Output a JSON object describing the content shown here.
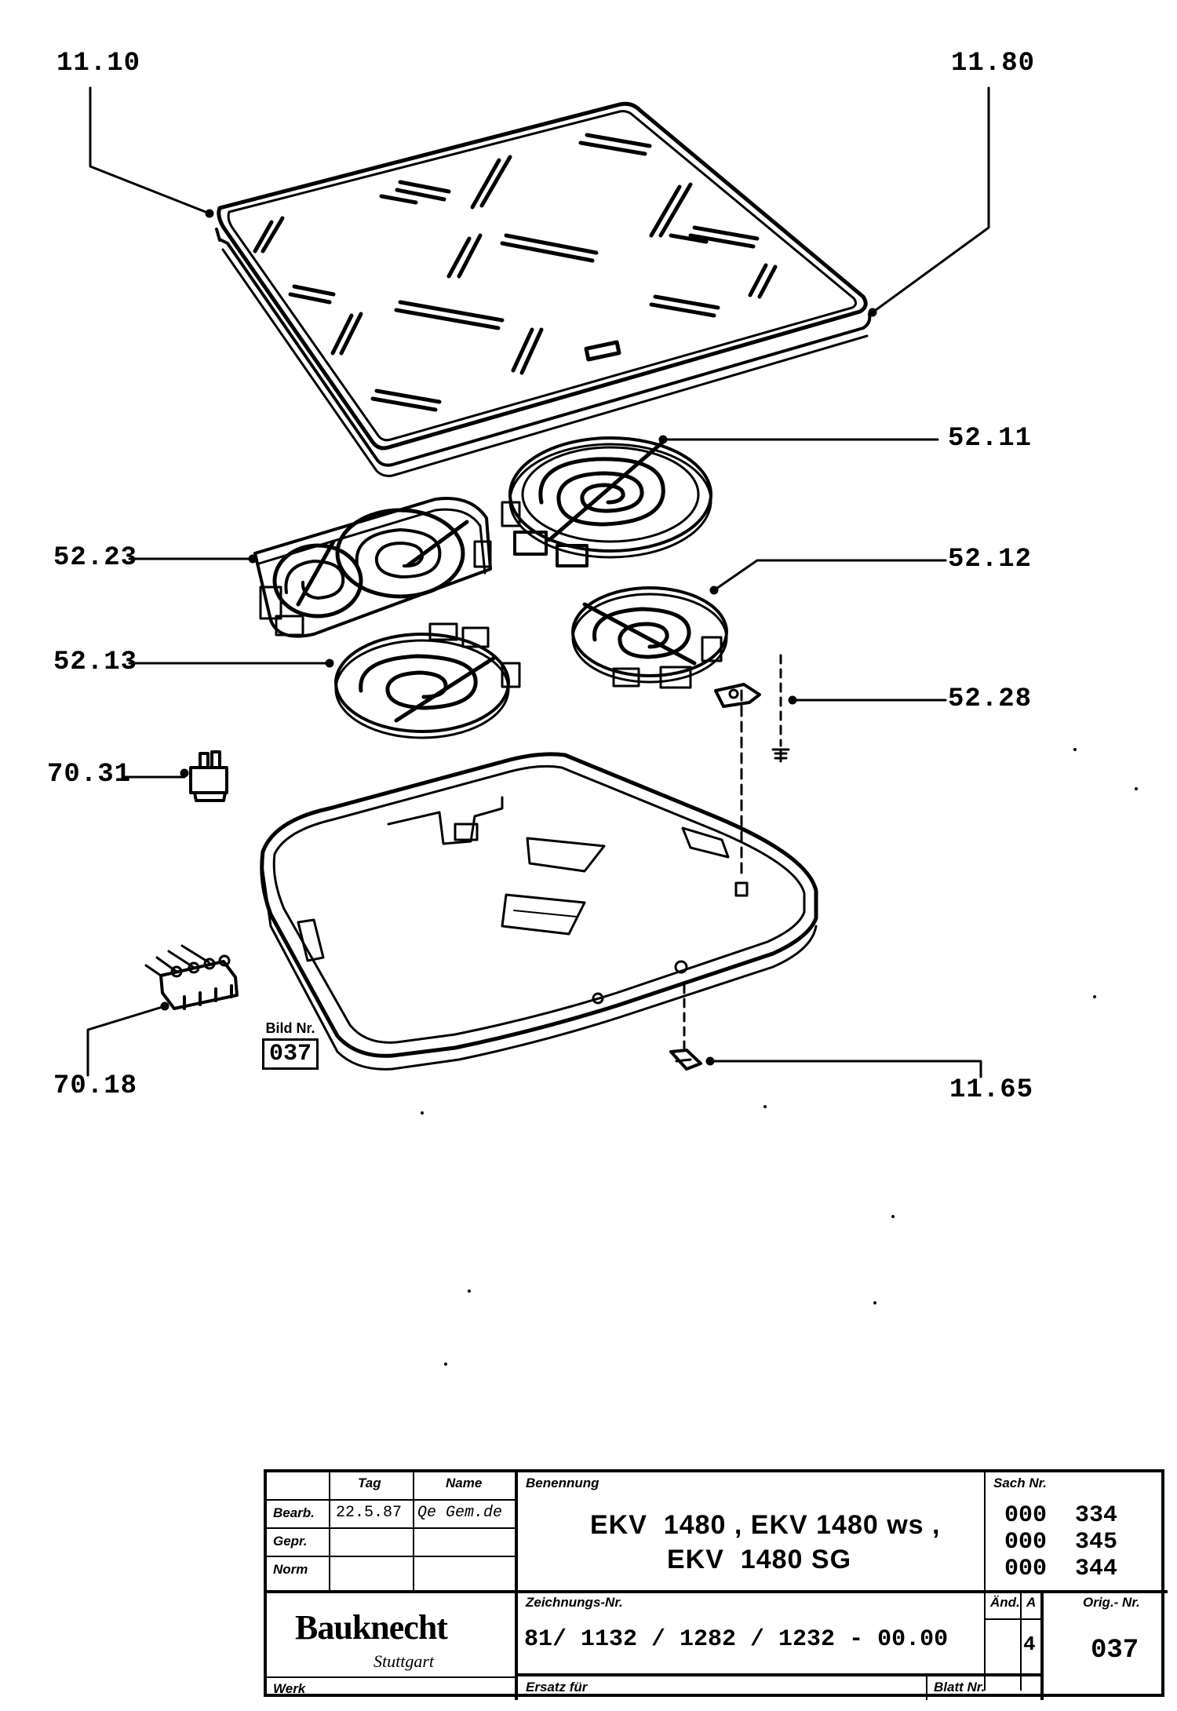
{
  "callouts": [
    {
      "id": "11-10",
      "label": "11.10"
    },
    {
      "id": "11-80",
      "label": "11.80"
    },
    {
      "id": "52-11",
      "label": "52.11"
    },
    {
      "id": "52-23",
      "label": "52.23"
    },
    {
      "id": "52-12",
      "label": "52.12"
    },
    {
      "id": "52-13",
      "label": "52.13"
    },
    {
      "id": "52-28",
      "label": "52.28"
    },
    {
      "id": "70-31",
      "label": "70.31"
    },
    {
      "id": "70-18",
      "label": "70.18"
    },
    {
      "id": "11-65",
      "label": "11.65"
    }
  ],
  "bild": {
    "label": "Bild Nr.",
    "number": "037"
  },
  "title_block": {
    "tag_header": "Tag",
    "name_header": "Name",
    "benennung_header": "Benennung",
    "sach_header": "Sach Nr.",
    "rows": [
      {
        "label": "Bearb.",
        "tag": "22.5.87",
        "name": "Qe Gem.de"
      },
      {
        "label": "Gepr.",
        "tag": "",
        "name": ""
      },
      {
        "label": "Norm",
        "tag": "",
        "name": ""
      }
    ],
    "benennung_line1": "EKV  1480 , EKV 1480 ws ,",
    "benennung_line2": "EKV  1480 SG",
    "sach_numbers": [
      "000  334",
      "000  345",
      "000  344"
    ],
    "logo": "Bauknecht",
    "logo_city": "Stuttgart",
    "werk_label": "Werk",
    "zeichnungs_header": "Zeichnungs-Nr.",
    "zeichnungs_nr": "81/ 1132 / 1282 / 1232 - 00.00",
    "aend_header": "Änd.",
    "a_header": "A",
    "aend_value": "4",
    "orig_header": "Orig.- Nr.",
    "orig_value": "037",
    "ersatz_label": "Ersatz für",
    "blatt_label": "Blatt Nr."
  }
}
